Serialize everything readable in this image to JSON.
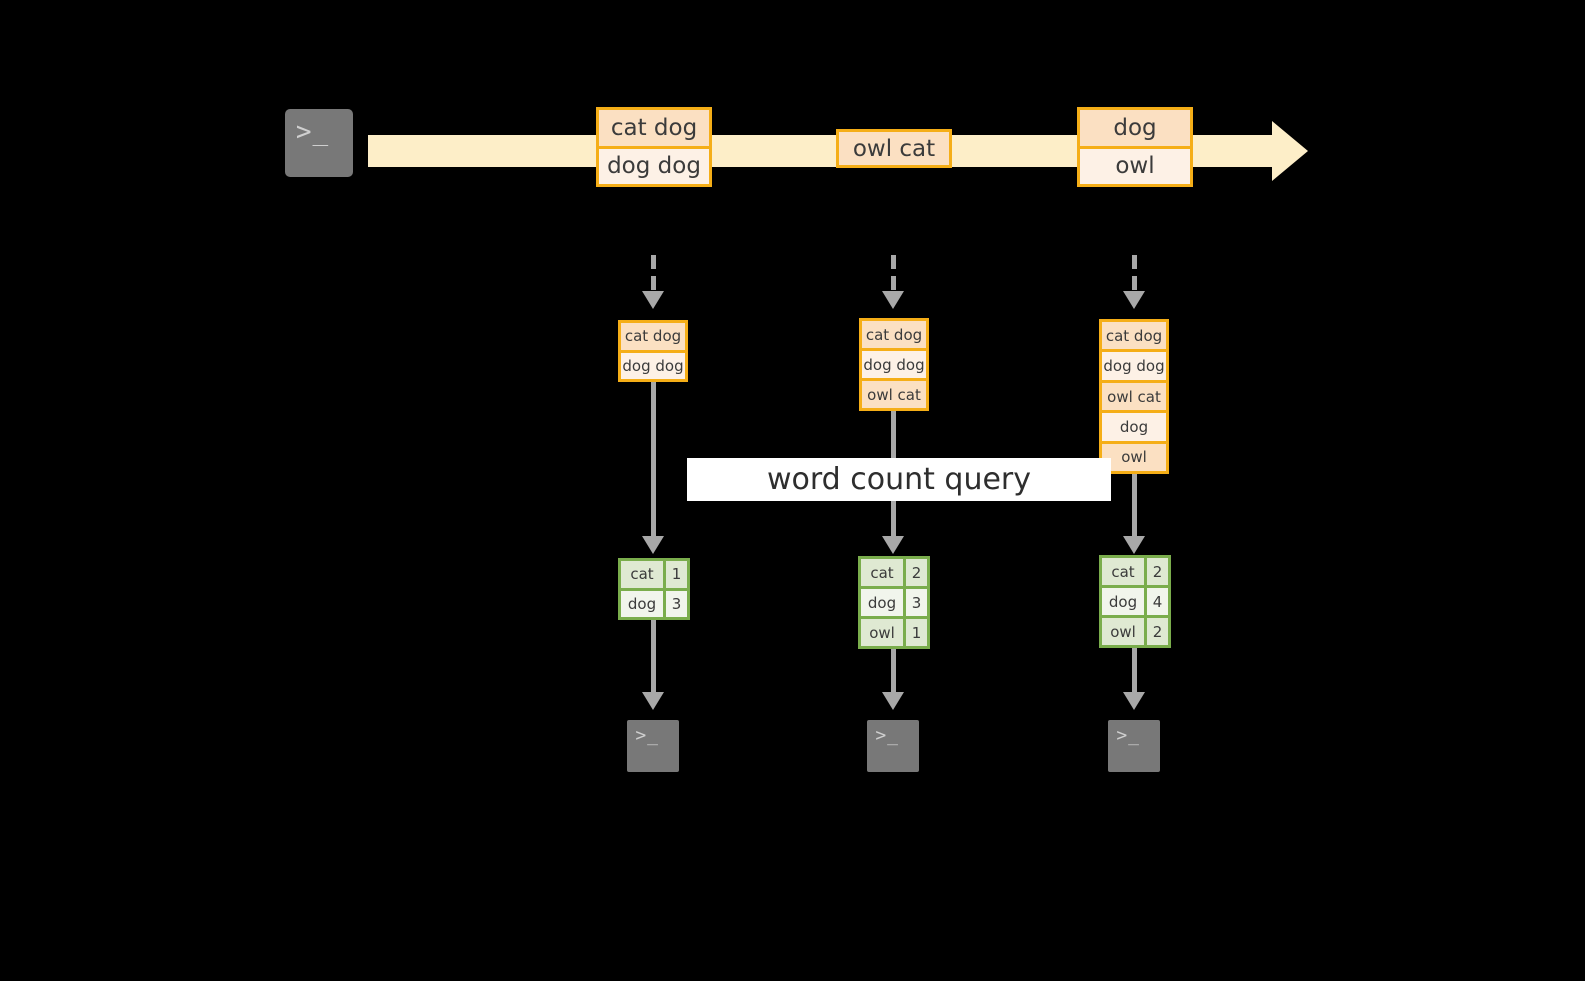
{
  "diagram": {
    "title_label": "word count query",
    "colors": {
      "background": "#000000",
      "stream_band": "#fdeec8",
      "event_border": "#f5ae17",
      "event_fill_odd": "#fbe0c2",
      "event_fill_even": "#fdf1e6",
      "result_border": "#7aad4c",
      "result_fill_odd": "#dfe9d2",
      "result_fill_even": "#f1f5ec",
      "arrow_gray": "#a8a8a8",
      "terminal_fill": "#787878"
    },
    "source": {
      "icon": "terminal-icon",
      "prompt_text": ">_"
    },
    "stream_events": [
      {
        "group": 1,
        "lines": [
          "cat dog",
          "dog dog"
        ]
      },
      {
        "group": 2,
        "lines": [
          "owl cat"
        ]
      },
      {
        "group": 3,
        "lines": [
          "dog",
          "owl"
        ]
      }
    ],
    "snapshots": [
      {
        "id": 1,
        "lines": [
          "cat dog",
          "dog dog"
        ]
      },
      {
        "id": 2,
        "lines": [
          "cat dog",
          "dog dog",
          "owl cat"
        ]
      },
      {
        "id": 3,
        "lines": [
          "cat dog",
          "dog dog",
          "owl cat",
          "dog",
          "owl"
        ]
      }
    ],
    "results": [
      {
        "id": 1,
        "rows": [
          {
            "word": "cat",
            "count": "1"
          },
          {
            "word": "dog",
            "count": "3"
          }
        ]
      },
      {
        "id": 2,
        "rows": [
          {
            "word": "cat",
            "count": "2"
          },
          {
            "word": "dog",
            "count": "3"
          },
          {
            "word": "owl",
            "count": "1"
          }
        ]
      },
      {
        "id": 3,
        "rows": [
          {
            "word": "cat",
            "count": "2"
          },
          {
            "word": "dog",
            "count": "4"
          },
          {
            "word": "owl",
            "count": "2"
          }
        ]
      }
    ],
    "sinks": [
      {
        "id": 1,
        "icon": "terminal-icon",
        "prompt_text": ">_"
      },
      {
        "id": 2,
        "icon": "terminal-icon",
        "prompt_text": ">_"
      },
      {
        "id": 3,
        "icon": "terminal-icon",
        "prompt_text": ">_"
      }
    ]
  }
}
